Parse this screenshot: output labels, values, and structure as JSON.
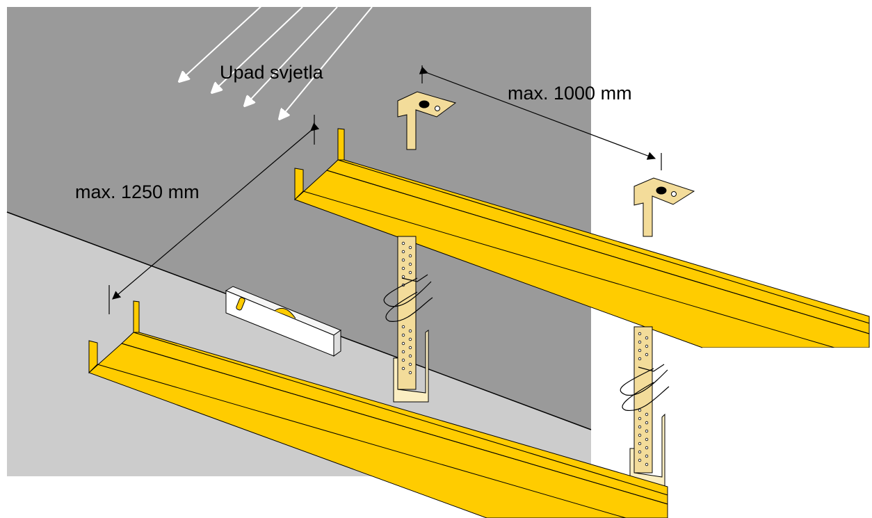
{
  "labels": {
    "light_incidence": "Upad svjetla",
    "spacing_hangers": "max. 1000 mm",
    "spacing_profiles": "max. 1250 mm"
  },
  "colors": {
    "ceiling": "#9a9a9a",
    "wall": "#cccccc",
    "profile": "#ffcc00",
    "profile_edge": "#c9a200",
    "hanger": "#f3dc9a",
    "hanger_light": "#fbeec2",
    "outline": "#000000",
    "arrow": "#ffffff"
  },
  "icons": {
    "light_rays": "white-arrow-icon",
    "dimension_arrows": "double-arrow-icon",
    "spirit_level": "spirit-level-icon",
    "wire_hook": "wire-clip-icon"
  }
}
